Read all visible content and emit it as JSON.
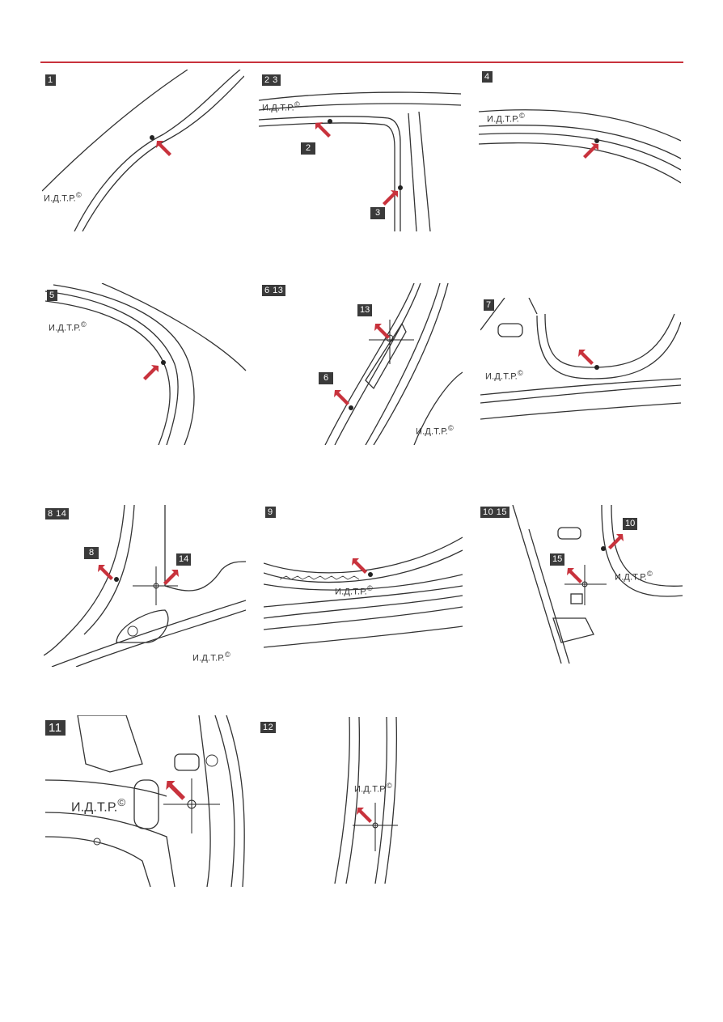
{
  "watermark": "И.Д.Т.Р.",
  "copyright_mark": "©",
  "colors": {
    "rule": "#c8323c",
    "arrow": "#c8323c",
    "label_bg": "#3a3a3a"
  },
  "panels": [
    {
      "id": "1",
      "label": "1"
    },
    {
      "id": "2-3",
      "label": "2 3",
      "callouts": [
        "2",
        "3"
      ]
    },
    {
      "id": "4",
      "label": "4"
    },
    {
      "id": "5",
      "label": "5"
    },
    {
      "id": "6-13",
      "label": "6 13",
      "callouts": [
        "13",
        "6"
      ]
    },
    {
      "id": "7",
      "label": "7"
    },
    {
      "id": "8-14",
      "label": "8 14",
      "callouts": [
        "8",
        "14"
      ]
    },
    {
      "id": "9",
      "label": "9"
    },
    {
      "id": "10-15",
      "label": "10 15",
      "callouts": [
        "10",
        "15"
      ]
    },
    {
      "id": "11",
      "label": "11"
    },
    {
      "id": "12",
      "label": "12"
    }
  ]
}
